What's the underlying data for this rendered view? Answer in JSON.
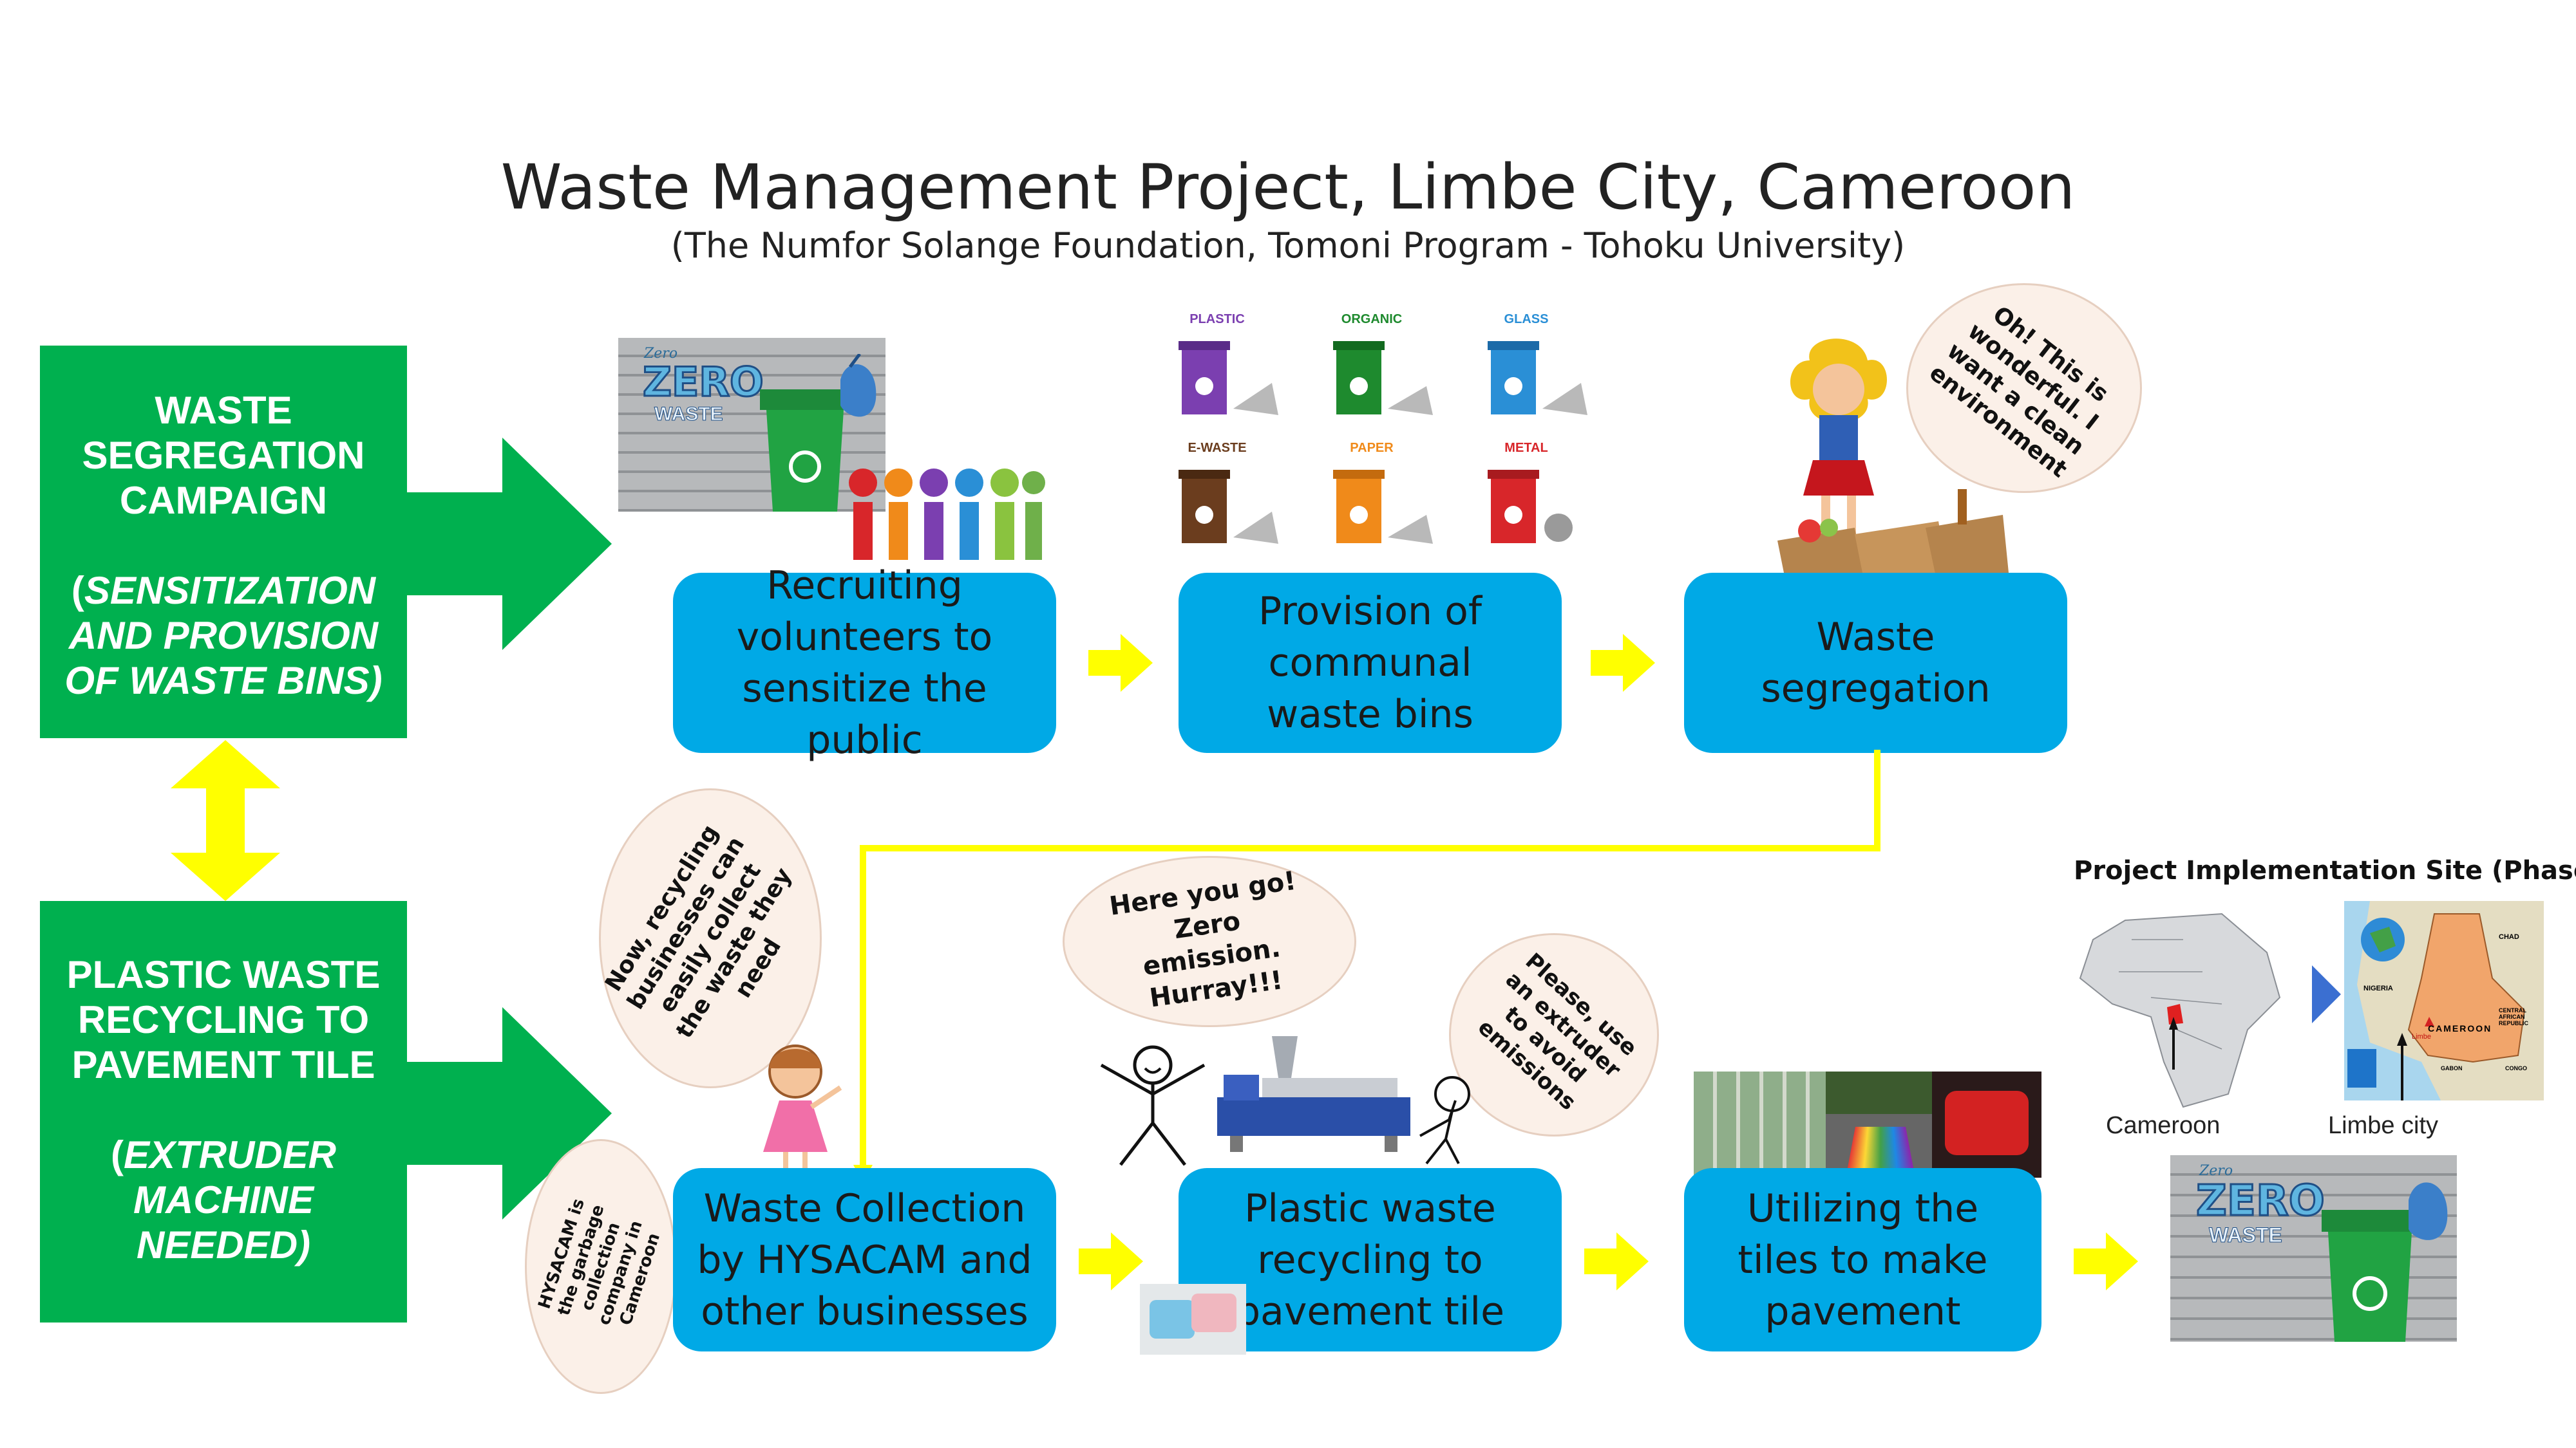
{
  "title": "Waste Management Project, Limbe City, Cameroon",
  "subtitle": "(The Numfor Solange Foundation, Tomoni Program - Tohoku University)",
  "left_boxes": [
    {
      "lines": [
        "WASTE",
        "SEGREGATION",
        "CAMPAIGN"
      ],
      "note_open": "(",
      "note": [
        "SENSITIZATION",
        "AND PROVISION",
        "OF WASTE BINS)"
      ]
    },
    {
      "lines": [
        "PLASTIC WASTE",
        "RECYCLING TO",
        "PAVEMENT TILE"
      ],
      "note_open": "(",
      "note": [
        "EXTRUDER",
        "MACHINE",
        "NEEDED)"
      ]
    }
  ],
  "steps": [
    {
      "label": "Recruiting volunteers to sensitize the public"
    },
    {
      "label": "Provision of communal waste bins"
    },
    {
      "label": "Waste segregation"
    },
    {
      "label": "Waste Collection by HYSACAM and other businesses"
    },
    {
      "label": "Plastic waste recycling to pavement tile"
    },
    {
      "label": "Utilizing the tiles to make pavement"
    }
  ],
  "bins": [
    {
      "label": "PLASTIC",
      "color": "#7b3fb0"
    },
    {
      "label": "ORGANIC",
      "color": "#1e8a2e"
    },
    {
      "label": "GLASS",
      "color": "#2a8fd6"
    },
    {
      "label": "E-WASTE",
      "color": "#6b3d1e"
    },
    {
      "label": "PAPER",
      "color": "#f08a1a"
    },
    {
      "label": "METAL",
      "color": "#d8262a"
    }
  ],
  "bubbles": {
    "girl_top": "Oh! This is wonderful. I want a clean environment",
    "recycling_businesses": "Now, recycling businesses can easily collect the waste they need",
    "hysacam": "HYSACAM is the garbage collection company in Cameroon",
    "zero_emission": "Here you go! Zero emission. Hurray!!!",
    "extruder": "Please, use an extruder to avoid emissions"
  },
  "zero_waste": {
    "small": "Zero",
    "big": "ZERO",
    "word": "WASTE"
  },
  "site": {
    "heading": "Project Implementation Site (Phase I)",
    "cameroon_label": "Cameroon",
    "limbe_label": "Limbe city",
    "map_words": {
      "cameroon": "CAMEROON",
      "limbe": "Limbe",
      "nigeria": "NIGERIA",
      "chad": "CHAD",
      "car": "CENTRAL AFRICAN REPUBLIC",
      "gabon": "GABON",
      "congo": "CONGO"
    }
  },
  "colors": {
    "green": "#00b04f",
    "blue": "#00a9e6",
    "arrow_yellow": "#ffff00",
    "connector": "#ffff00"
  }
}
